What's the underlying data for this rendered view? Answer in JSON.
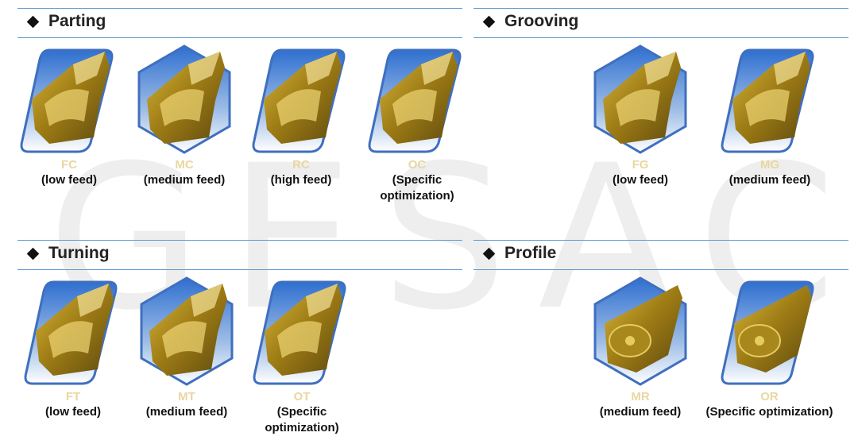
{
  "watermark": "GESAC",
  "sections": [
    {
      "title": "Parting",
      "items": [
        {
          "code": "FC",
          "desc": "(low feed)",
          "icon": "parting-insert-fc-icon"
        },
        {
          "code": "MC",
          "desc": "(medium feed)",
          "icon": "parting-insert-mc-icon"
        },
        {
          "code": "RC",
          "desc": "(high feed)",
          "icon": "parting-insert-rc-icon"
        },
        {
          "code": "OC",
          "desc": "(Specific\noptimization)",
          "icon": "parting-insert-oc-icon"
        }
      ]
    },
    {
      "title": "Grooving",
      "items": [
        {
          "code": "FG",
          "desc": "(low feed)",
          "icon": "grooving-insert-fg-icon"
        },
        {
          "code": "MG",
          "desc": "(medium feed)",
          "icon": "grooving-insert-mg-icon"
        }
      ]
    },
    {
      "title": "Turning",
      "items": [
        {
          "code": "FT",
          "desc": "(low feed)",
          "icon": "turning-insert-ft-icon"
        },
        {
          "code": "MT",
          "desc": "(medium feed)",
          "icon": "turning-insert-mt-icon"
        },
        {
          "code": "OT",
          "desc": "(Specific\noptimization)",
          "icon": "turning-insert-ot-icon"
        }
      ]
    },
    {
      "title": "Profile",
      "items": [
        {
          "code": "MR",
          "desc": "(medium feed)",
          "icon": "profile-insert-mr-icon"
        },
        {
          "code": "OR",
          "desc": "(Specific optimization)",
          "icon": "profile-insert-or-icon"
        }
      ]
    }
  ],
  "colors": {
    "header_line": "#5e9ad2",
    "code_text": "#e8d7a0",
    "gold": "#c9a52a",
    "frame_blue": "#3f6fbf"
  }
}
